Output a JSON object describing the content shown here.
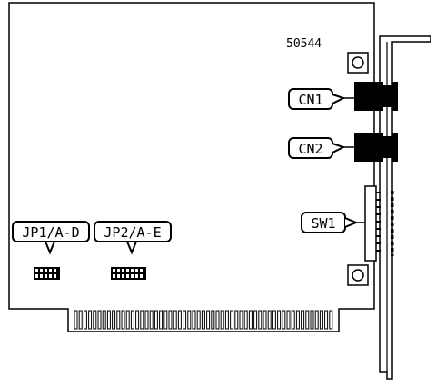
{
  "part_number": "50544",
  "labels": {
    "cn1": "CN1",
    "cn2": "CN2",
    "sw1": "SW1",
    "jp1": "JP1/A-D",
    "jp2": "JP2/A-E"
  }
}
